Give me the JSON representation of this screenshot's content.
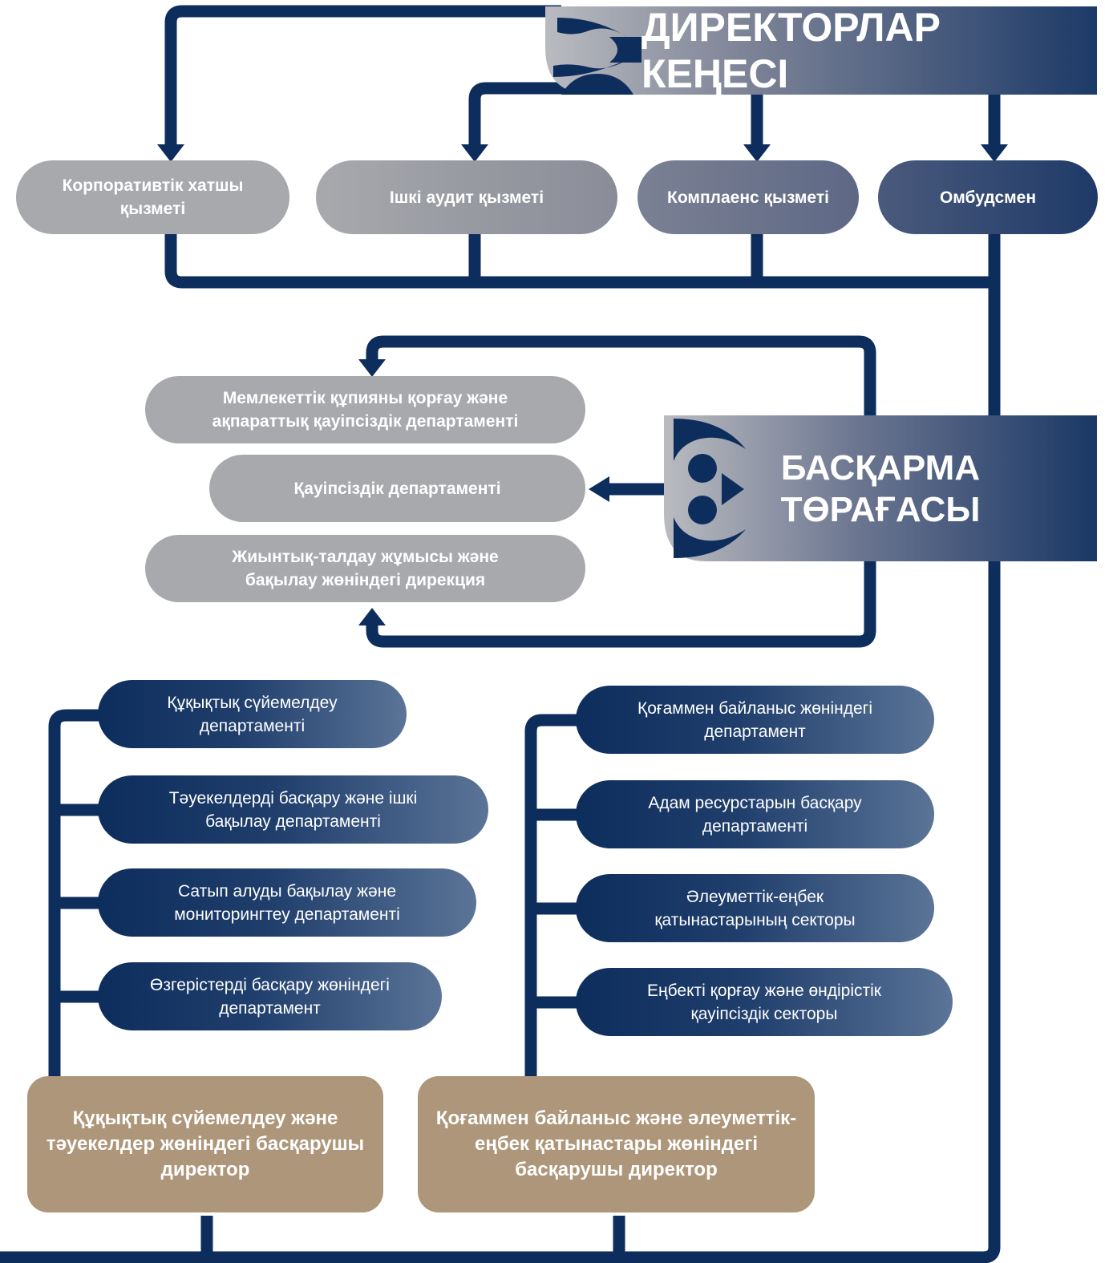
{
  "board": {
    "title": "ДИРЕКТОРЛАР КЕҢЕСІ"
  },
  "board_units": [
    {
      "label": "Корпоративтік хатшы қызметі"
    },
    {
      "label": "Ішкі аудит қызметі"
    },
    {
      "label": "Комплаенс қызметі"
    },
    {
      "label": "Омбудсмен"
    }
  ],
  "chairman": {
    "title_line1": "БАСҚАРМА",
    "title_line2": "ТӨРАҒАСЫ"
  },
  "chairman_units": [
    {
      "label": "Мемлекеттік құпияны қорғау және ақпараттық қауіпсіздік департаменті"
    },
    {
      "label": "Қауіпсіздік департаменті"
    },
    {
      "label": "Жиынтық-талдау жұмысы және бақылау жөніндегі дирекция"
    }
  ],
  "legal_director": {
    "label": "Құқықтық сүйемелдеу және тәуекелдер жөніндегі басқарушы директор",
    "departments": [
      {
        "label": "Құқықтық сүйемелдеу департаменті"
      },
      {
        "label": "Тәуекелдерді басқару және ішкі бақылау департаменті"
      },
      {
        "label": "Сатып алуды бақылау және мониторингтеу департаменті"
      },
      {
        "label": "Өзгерістерді басқару жөніндегі департамент"
      }
    ]
  },
  "social_director": {
    "label": "Қоғаммен байланыс және әлеуметтік-еңбек қатынастары жөніндегі басқарушы директор",
    "departments": [
      {
        "label": "Қоғаммен байланыс жөніндегі департамент"
      },
      {
        "label": "Адам ресурстарын басқару департаменті"
      },
      {
        "label": "Әлеуметтік-еңбек қатынастарының секторы"
      },
      {
        "label": "Еңбекті қорғау және өндірістік қауіпсіздік секторы"
      }
    ]
  },
  "colors": {
    "line": "#0d2d5c",
    "grey_box": "#a7a9ad",
    "navy_box": "#0d2d5c",
    "tan_box": "#ad967a",
    "text": "#ffffff"
  }
}
